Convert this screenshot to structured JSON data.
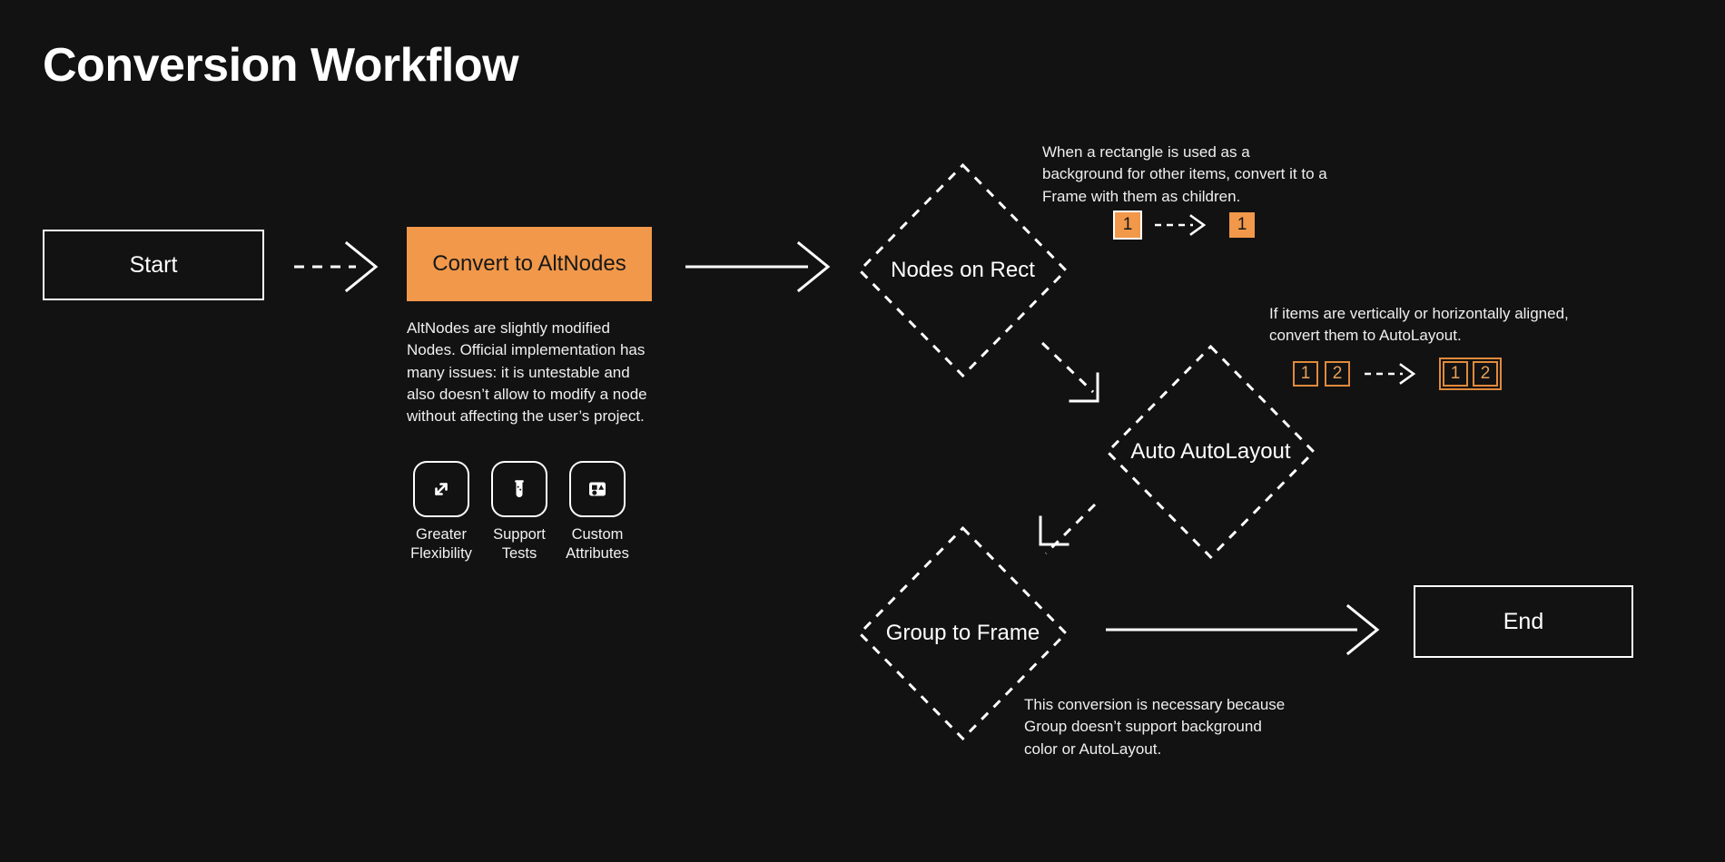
{
  "page": {
    "title": "Conversion Workflow",
    "background_color": "#121212",
    "accent_color": "#f1984a",
    "text_color": "#ffffff"
  },
  "nodes": {
    "start": {
      "label": "Start",
      "type": "terminator"
    },
    "convert": {
      "label": "Convert to AltNodes",
      "type": "process"
    },
    "nodes_on_rect": {
      "label": "Nodes on Rect",
      "type": "decision"
    },
    "auto_autolayout": {
      "label": "Auto AutoLayout",
      "type": "decision"
    },
    "group_to_frame": {
      "label": "Group to Frame",
      "type": "decision"
    },
    "end": {
      "label": "End",
      "type": "terminator"
    }
  },
  "notes": {
    "altnodes": "AltNodes are slightly modified Nodes. Official implementation has many issues: it is untestable and also doesn’t allow to modify a node without affecting the user’s project.",
    "rect_background": "When a rectangle is used as a background for other items, convert it to a Frame with them as children.",
    "aligned_items": "If items are vertically or horizontally aligned, convert them to AutoLayout.",
    "group_support": "This conversion is necessary because Group doesn’t support background color or AutoLayout."
  },
  "features": [
    {
      "icon": "expand-arrows-icon",
      "label": "Greater\nFlexibility"
    },
    {
      "icon": "test-tube-icon",
      "label": "Support\nTests"
    },
    {
      "icon": "shapes-attributes-icon",
      "label": "Custom\nAttributes"
    }
  ],
  "illustrations": {
    "rect_background": {
      "before": [
        {
          "value": "1",
          "style": "filled-bordered"
        }
      ],
      "after": [
        {
          "value": "1",
          "style": "filled"
        }
      ],
      "arrow": "dashed-arrow-right"
    },
    "aligned_items": {
      "before": [
        {
          "value": "1",
          "style": "outline"
        },
        {
          "value": "2",
          "style": "outline"
        }
      ],
      "after": [
        {
          "value": "1",
          "style": "outline"
        },
        {
          "value": "2",
          "style": "outline"
        }
      ],
      "after_grouped": true,
      "arrow": "dashed-arrow-right"
    }
  },
  "connectors": [
    {
      "from": "start",
      "to": "convert",
      "style": "dashed"
    },
    {
      "from": "convert",
      "to": "nodes_on_rect",
      "style": "solid"
    },
    {
      "from": "nodes_on_rect",
      "to": "auto_autolayout",
      "style": "dashed"
    },
    {
      "from": "auto_autolayout",
      "to": "group_to_frame",
      "style": "dashed"
    },
    {
      "from": "group_to_frame",
      "to": "end",
      "style": "solid"
    }
  ]
}
